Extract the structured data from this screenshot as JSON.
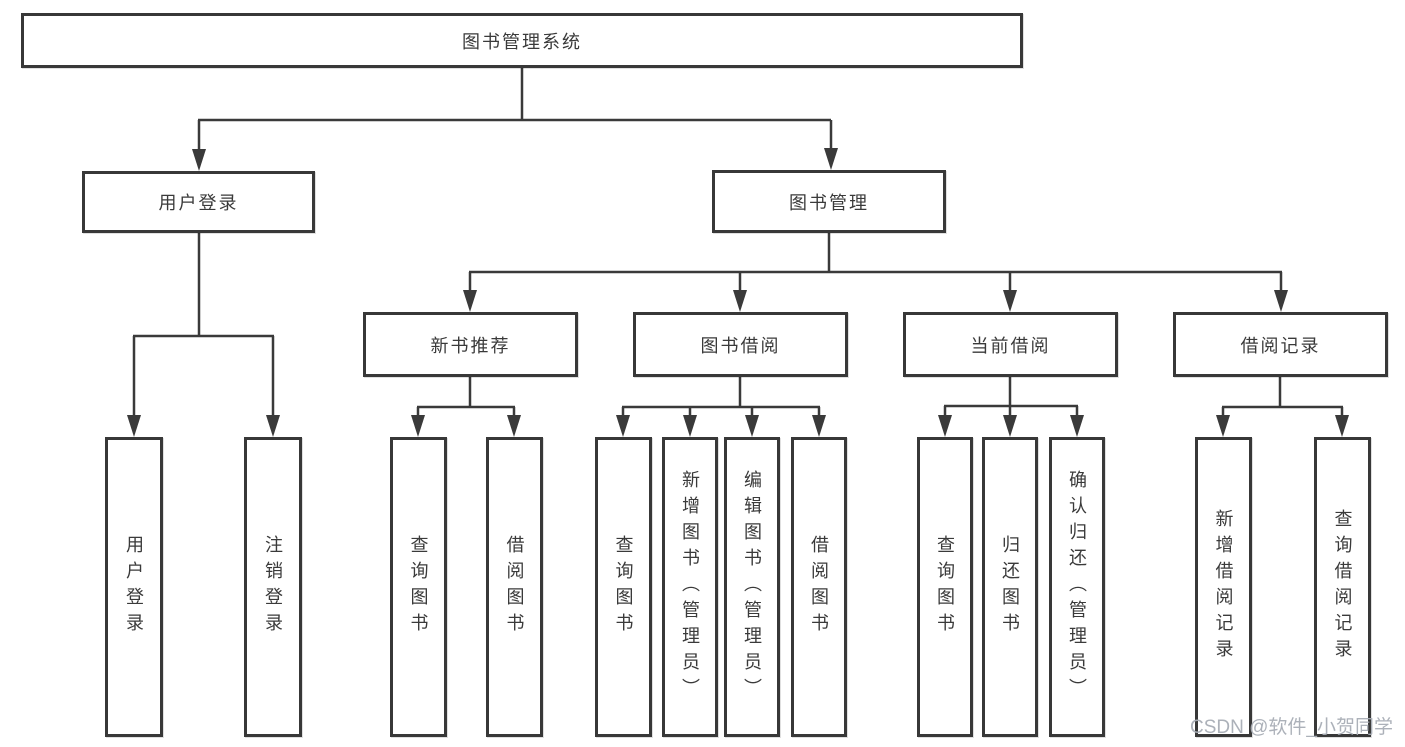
{
  "diagram": {
    "root": {
      "label": "图书管理系统"
    },
    "level2": {
      "user_login": {
        "label": "用户登录"
      },
      "book_management": {
        "label": "图书管理"
      }
    },
    "level3": {
      "new_book_recommend": {
        "label": "新书推荐"
      },
      "book_borrow": {
        "label": "图书借阅"
      },
      "current_borrow": {
        "label": "当前借阅"
      },
      "borrow_records": {
        "label": "借阅记录"
      }
    },
    "leaves": {
      "login": [
        "用户登录",
        "注销登录"
      ],
      "new_book": [
        "查询图书",
        "借阅图书"
      ],
      "borrow": [
        "查询图书",
        "新增图书（管理员）",
        "编辑图书（管理员）",
        "借阅图书"
      ],
      "current": [
        "查询图书",
        "归还图书",
        "确认归还（管理员）"
      ],
      "records": [
        "新增借阅记录",
        "查询借阅记录"
      ]
    },
    "watermark": "CSDN @软件_小贺同学",
    "colors": {
      "line": "#3a3a3a",
      "border": "#383838",
      "text": "#3a3a3a",
      "watermark": "#a8adb5",
      "background": "#ffffff"
    }
  }
}
